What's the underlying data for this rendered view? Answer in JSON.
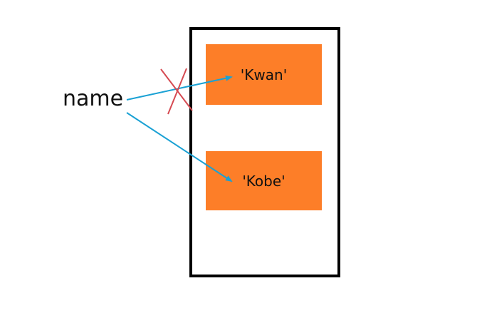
{
  "diagram": {
    "variable": {
      "label": "name"
    },
    "values": [
      {
        "label": "'Kwan'",
        "status": "old"
      },
      {
        "label": "'Kobe'",
        "status": "current"
      }
    ],
    "colors": {
      "value_fill": "#FD7E28",
      "box_border": "#000000",
      "arrow": "#1AA1D4",
      "cross": "#D64A52"
    }
  }
}
